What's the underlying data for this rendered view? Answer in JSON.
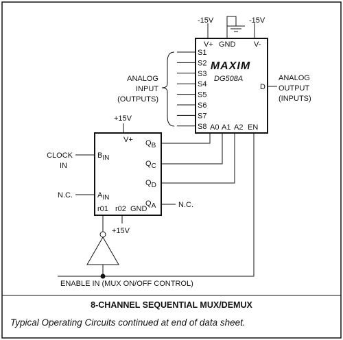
{
  "supplies": {
    "neg15_left": "-15V",
    "neg15_right": "-15V",
    "pos15_top": "+15V",
    "pos15_bottom": "+15V"
  },
  "mux": {
    "brand": "MAXIM",
    "part": "DG508A",
    "pin_vplus": "V+",
    "pin_gnd": "GND",
    "pin_vminus": "V-",
    "inputs": [
      "S1",
      "S2",
      "S3",
      "S4",
      "S5",
      "S6",
      "S7",
      "S8"
    ],
    "pin_d": "D",
    "pin_a0": "A0",
    "pin_a1": "A1",
    "pin_a2": "A2",
    "pin_en": "EN"
  },
  "counter": {
    "pin_vplus": "V+",
    "pin_bin": "B",
    "pin_bin_sub": "IN",
    "pin_ain": "A",
    "pin_ain_sub": "IN",
    "pin_r01": "r01",
    "pin_r02": "r02",
    "pin_gnd": "GND",
    "pin_qb": "Q",
    "pin_qb_sub": "B",
    "pin_qc": "Q",
    "pin_qc_sub": "C",
    "pin_qd": "Q",
    "pin_qd_sub": "D",
    "pin_qa": "Q",
    "pin_qa_sub": "A"
  },
  "labels": {
    "analog_input": [
      "ANALOG",
      "INPUT",
      "(OUTPUTS)"
    ],
    "analog_output": [
      "ANALOG",
      "OUTPUT",
      "(INPUTS)"
    ],
    "clock_in": [
      "CLOCK",
      "IN"
    ],
    "nc_left": "N.C.",
    "nc_right": "N.C.",
    "enable_in": "ENABLE IN (MUX ON/OFF CONTROL)"
  },
  "caption": {
    "title": "8-CHANNEL SEQUENTIAL MUX/DEMUX",
    "note": "Typical Operating Circuits continued at end of data sheet."
  }
}
